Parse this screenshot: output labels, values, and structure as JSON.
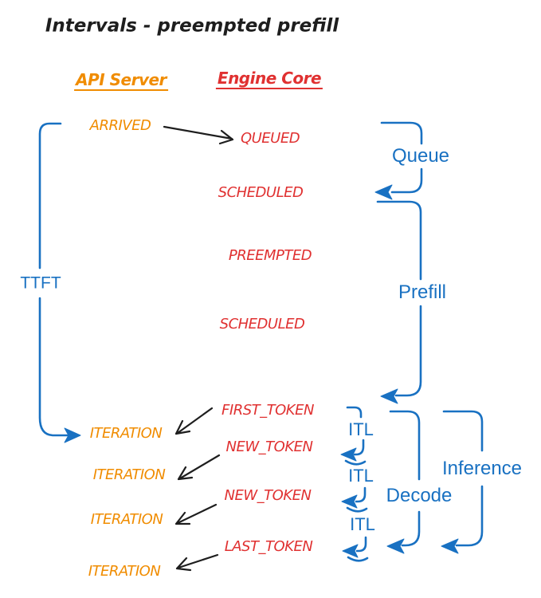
{
  "title": "Intervals - preempted prefill",
  "columns": {
    "api_server": {
      "header": "API Server"
    },
    "engine_core": {
      "header": "Engine Core"
    }
  },
  "api_events": {
    "arrived": "ARRIVED",
    "iterations": [
      "ITERATION",
      "ITERATION",
      "ITERATION",
      "ITERATION"
    ]
  },
  "engine_events": {
    "queued": "QUEUED",
    "scheduled_1": "SCHEDULED",
    "preempted": "PREEMPTED",
    "scheduled_2": "SCHEDULED",
    "first_token": "FIRST_TOKEN",
    "new_token_1": "NEW_TOKEN",
    "new_token_2": "NEW_TOKEN",
    "last_token": "LAST_TOKEN"
  },
  "intervals": {
    "ttft": "TTFT",
    "queue": "Queue",
    "prefill": "Prefill",
    "itl": [
      "ITL",
      "ITL",
      "ITL"
    ],
    "decode": "Decode",
    "inference": "Inference"
  },
  "colors": {
    "orange": "#f08c00",
    "red": "#e03131",
    "blue": "#1971c2",
    "ink": "#1e1e1e"
  }
}
